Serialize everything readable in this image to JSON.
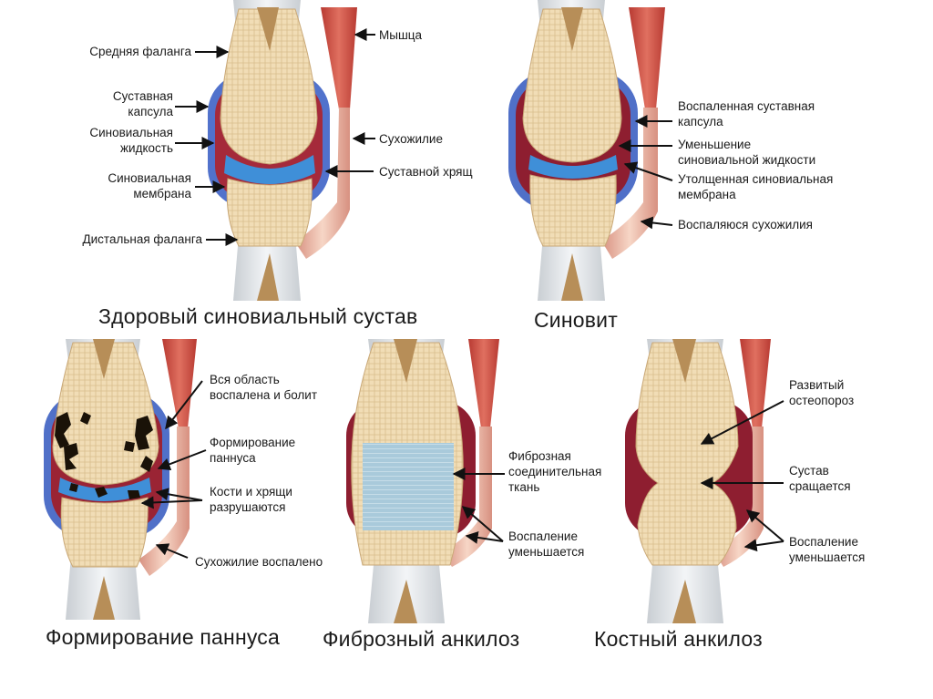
{
  "panels": {
    "healthy": {
      "caption": "Здоровый синовиальный сустав",
      "labels": {
        "middle_phalanx": "Средняя фаланга",
        "joint_capsule": [
          "Суставная",
          "капсула"
        ],
        "synovial_fluid": [
          "Синовиальная",
          "жидкость"
        ],
        "synovial_membrane": [
          "Синовиальная",
          "мембрана"
        ],
        "distal_phalanx": "Дистальная фаланга",
        "muscle": "Мышца",
        "tendon": "Сухожилие",
        "cartilage": "Суставной хрящ"
      }
    },
    "synovitis": {
      "caption": "Синовит",
      "labels": {
        "inflamed_capsule": [
          "Воспаленная суставная",
          "капсула"
        ],
        "reduced_fluid": [
          "Уменьшение",
          "синовиальной жидкости"
        ],
        "thickened_membrane": [
          "Утолщенная синовиальная",
          "мембрана"
        ],
        "inflamed_tendons": "Воспаляюся сухожилия"
      }
    },
    "pannus": {
      "caption": "Формирование паннуса",
      "labels": {
        "whole_area": [
          "Вся область",
          "воспалена и болит"
        ],
        "pannus_formation": [
          "Формирование",
          "паннуса"
        ],
        "bones_destroyed": [
          "Кости и хрящи",
          "разрушаются"
        ],
        "tendon_inflamed": "Сухожилие воспалено"
      }
    },
    "fibrous": {
      "caption": "Фиброзный анкилоз",
      "labels": {
        "fibrous_tissue": [
          "Фиброзная",
          "соединительная",
          "ткань"
        ],
        "inflammation_decreases": [
          "Воспаление",
          "уменьшается"
        ]
      }
    },
    "bony": {
      "caption": "Костный анкилоз",
      "labels": {
        "osteoporosis": [
          "Развитый",
          "остеопороз"
        ],
        "joint_fuses": [
          "Сустав",
          "сращается"
        ],
        "inflammation_decreases": [
          "Воспаление",
          "уменьшается"
        ]
      }
    }
  },
  "colors": {
    "bone": "#f0dcb4",
    "shaft": "#e4e7ea",
    "capsule_blue": "#5070c8",
    "synovial_red": "#a02838",
    "cartilage": "#3f8fd8",
    "muscle": "#c84a40",
    "tendon": "#f0c4b4",
    "fibrous": "#9cc4d8",
    "pannus": "#1a1208"
  }
}
